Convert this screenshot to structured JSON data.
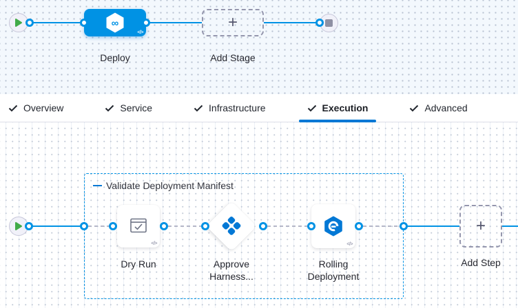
{
  "colors": {
    "accent_blue": "#0092e4",
    "brand_blue": "#0278d5",
    "success_green": "#42ab49",
    "connector_gray": "#b4b6c7"
  },
  "icons": {
    "plus": "+",
    "code": "</>",
    "infinity": "∞"
  },
  "stage_canvas": {
    "deploy_label": "Deploy",
    "add_stage_label": "Add Stage"
  },
  "tabs": {
    "items": [
      {
        "label": "Overview",
        "active": false
      },
      {
        "label": "Service",
        "active": false
      },
      {
        "label": "Infrastructure",
        "active": false
      },
      {
        "label": "Execution",
        "active": true
      },
      {
        "label": "Advanced",
        "active": false
      }
    ]
  },
  "execution_canvas": {
    "group": {
      "label": "Validate Deployment Manifest"
    },
    "steps": [
      {
        "label": "Dry Run",
        "icon": "dry-run-window-check"
      },
      {
        "label": "Approve Harness...",
        "icon": "harness-approval"
      },
      {
        "label": "Rolling Deployment",
        "icon": "rolling-deployment"
      }
    ],
    "add_step_label": "Add Step"
  }
}
